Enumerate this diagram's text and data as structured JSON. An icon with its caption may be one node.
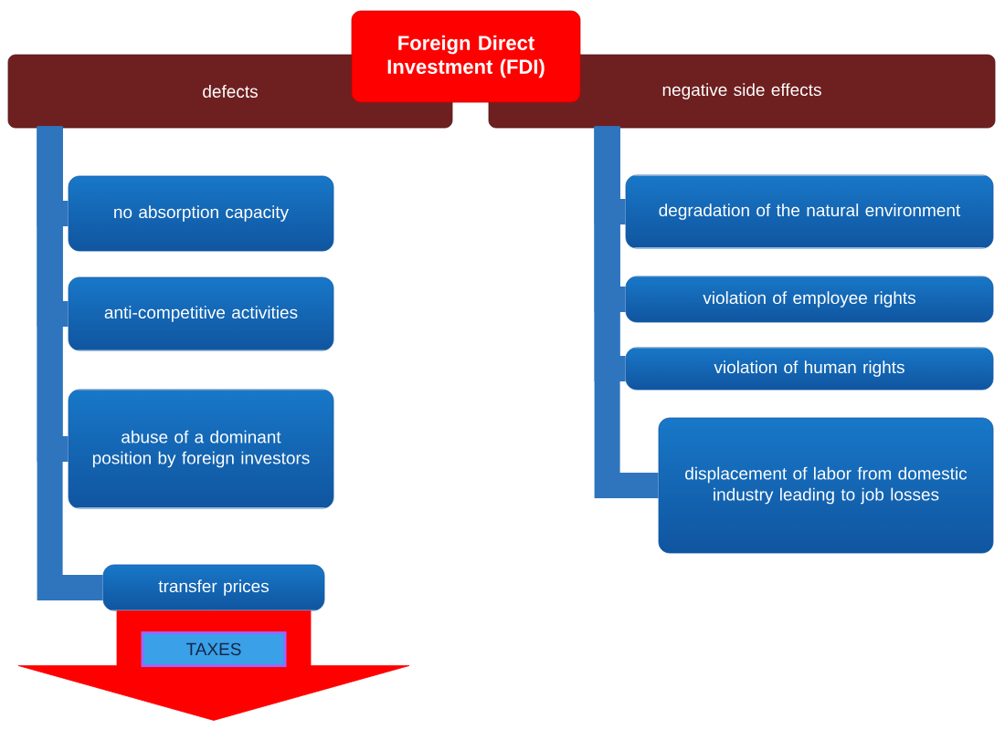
{
  "diagram": {
    "nodes": [
      {
        "text": [
          "Foreign Direct Investment (FDI)"
        ]
      },
      {
        "text": [
          "defects"
        ]
      },
      {
        "text": [
          "negative side effects"
        ]
      },
      {
        "text": [
          "no absorption capacity"
        ]
      },
      {
        "text": [
          "anti-competitive activities"
        ]
      },
      {
        "text": [
          "abuse of a dominant position by foreign investors"
        ]
      },
      {
        "text": [
          "transfer prices"
        ]
      },
      {
        "text": [
          "degradation of the natural environment"
        ]
      },
      {
        "text": [
          "violation of employee rights"
        ]
      },
      {
        "text": [
          "violation of human rights"
        ]
      },
      {
        "text": [
          "displacement of labor from domestic industry leading to job losses"
        ]
      }
    ],
    "edges": [
      {
        "from": 1,
        "to": 3,
        "arrow": "none"
      },
      {
        "from": 1,
        "to": 4,
        "arrow": "none"
      },
      {
        "from": 1,
        "to": 5,
        "arrow": "none"
      },
      {
        "from": 1,
        "to": 6,
        "arrow": "none"
      },
      {
        "from": 2,
        "to": 7,
        "arrow": "none"
      },
      {
        "from": 2,
        "to": 8,
        "arrow": "none"
      },
      {
        "from": 2,
        "to": 9,
        "arrow": "none"
      },
      {
        "from": 2,
        "to": 10,
        "arrow": "none"
      },
      {
        "from": 6,
        "to": null,
        "arrow": "to",
        "label": "TAXES",
        "style": "thick",
        "color": "#ff0000"
      }
    ]
  }
}
